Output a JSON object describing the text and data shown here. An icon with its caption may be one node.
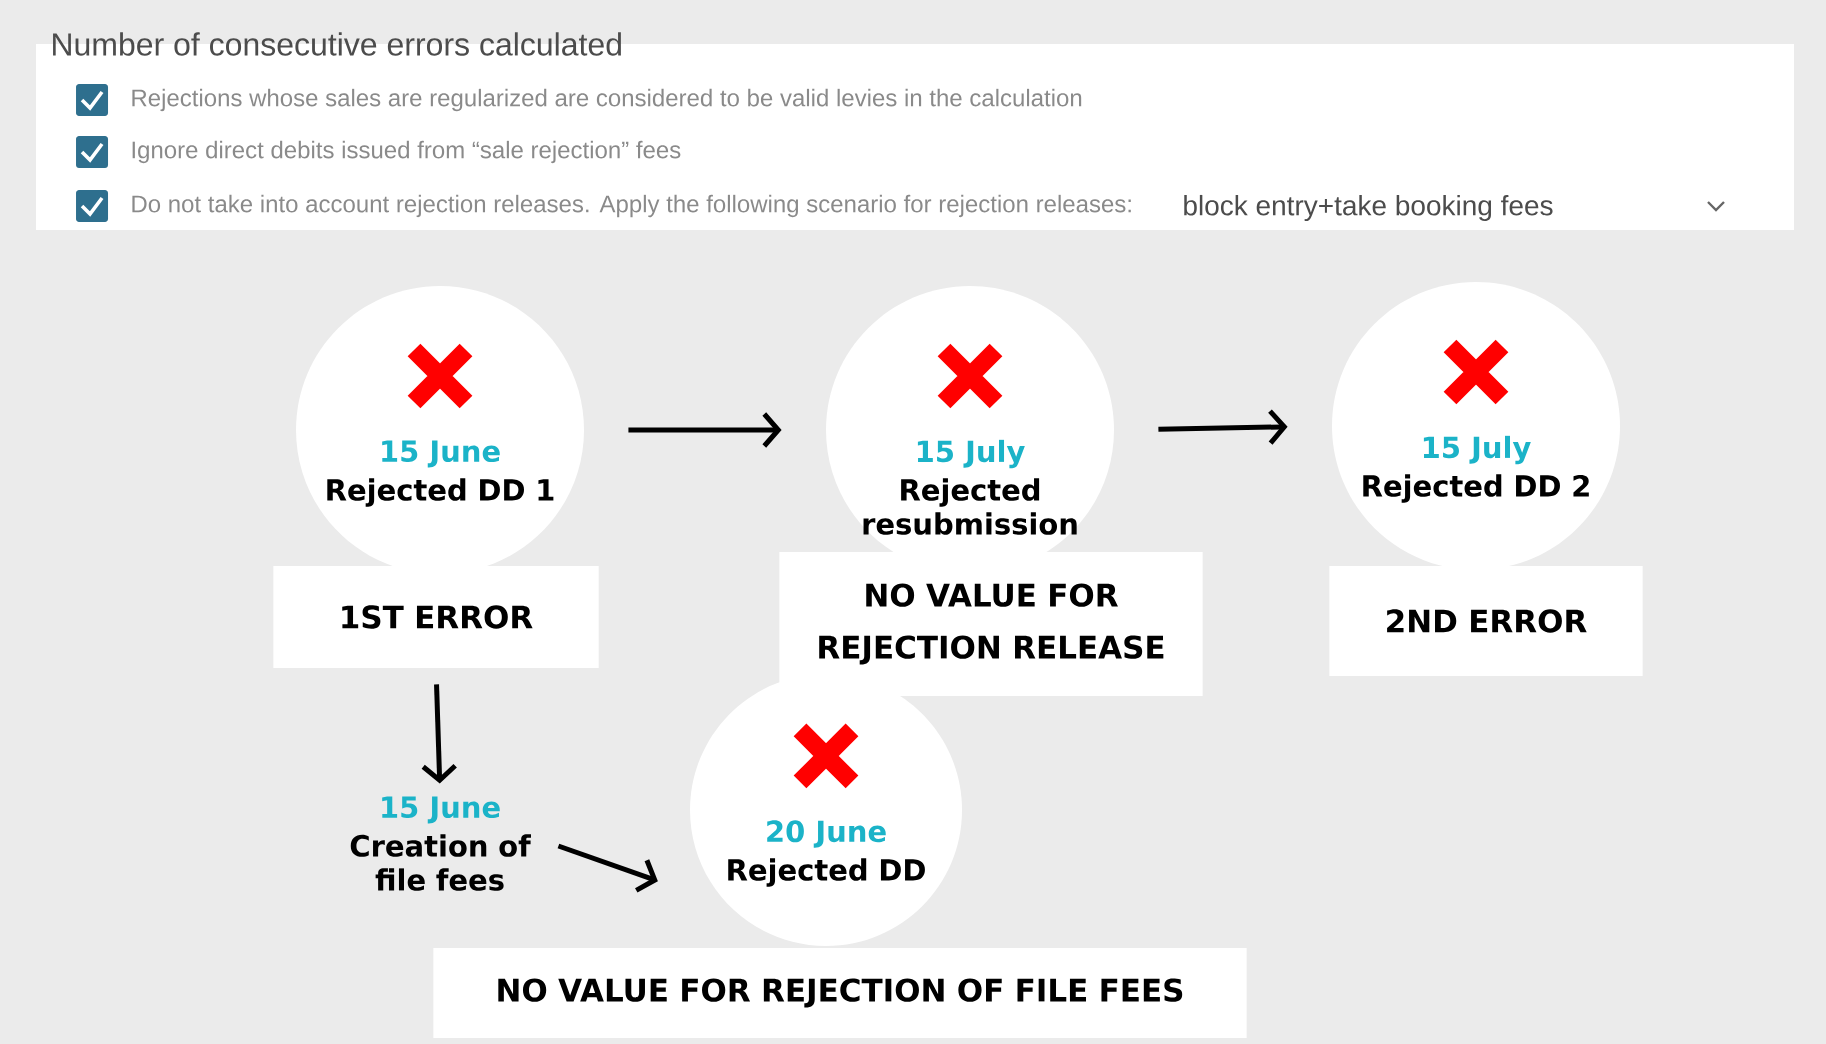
{
  "diagram": {
    "title": "Number of consecutive errors calculated",
    "nodes": [
      {
        "text": [
          "15 June",
          "Rejected DD 1"
        ]
      },
      {
        "text": [
          "1ST ERROR"
        ]
      },
      {
        "text": [
          "15 July",
          "Rejected resubmission"
        ]
      },
      {
        "text": [
          "NO VALUE FOR REJECTION RELEASE"
        ]
      },
      {
        "text": [
          "15 July",
          "Rejected DD 2"
        ]
      },
      {
        "text": [
          "2ND ERROR"
        ]
      },
      {
        "text": [
          "15 June",
          "Creation of file fees"
        ]
      },
      {
        "text": [
          "20 June",
          "Rejected DD"
        ]
      },
      {
        "text": [
          "NO VALUE FOR REJECTION OF FILE FEES"
        ]
      }
    ],
    "edges": [
      {
        "from": 0,
        "to": 2,
        "arrow": "to"
      },
      {
        "from": 2,
        "to": 4,
        "arrow": "to"
      },
      {
        "from": 1,
        "to": 6,
        "arrow": "to"
      },
      {
        "from": 6,
        "to": 7,
        "arrow": "to"
      }
    ],
    "labels": [
      "Rejections whose sales are regularized are considered to be valid levies in the calculation",
      "Ignore direct debits issued from “sale rejection” fees",
      "Do not take into account rejection releases. Apply the following scenario for rejection releases:",
      "block entry+take booking fees"
    ]
  }
}
